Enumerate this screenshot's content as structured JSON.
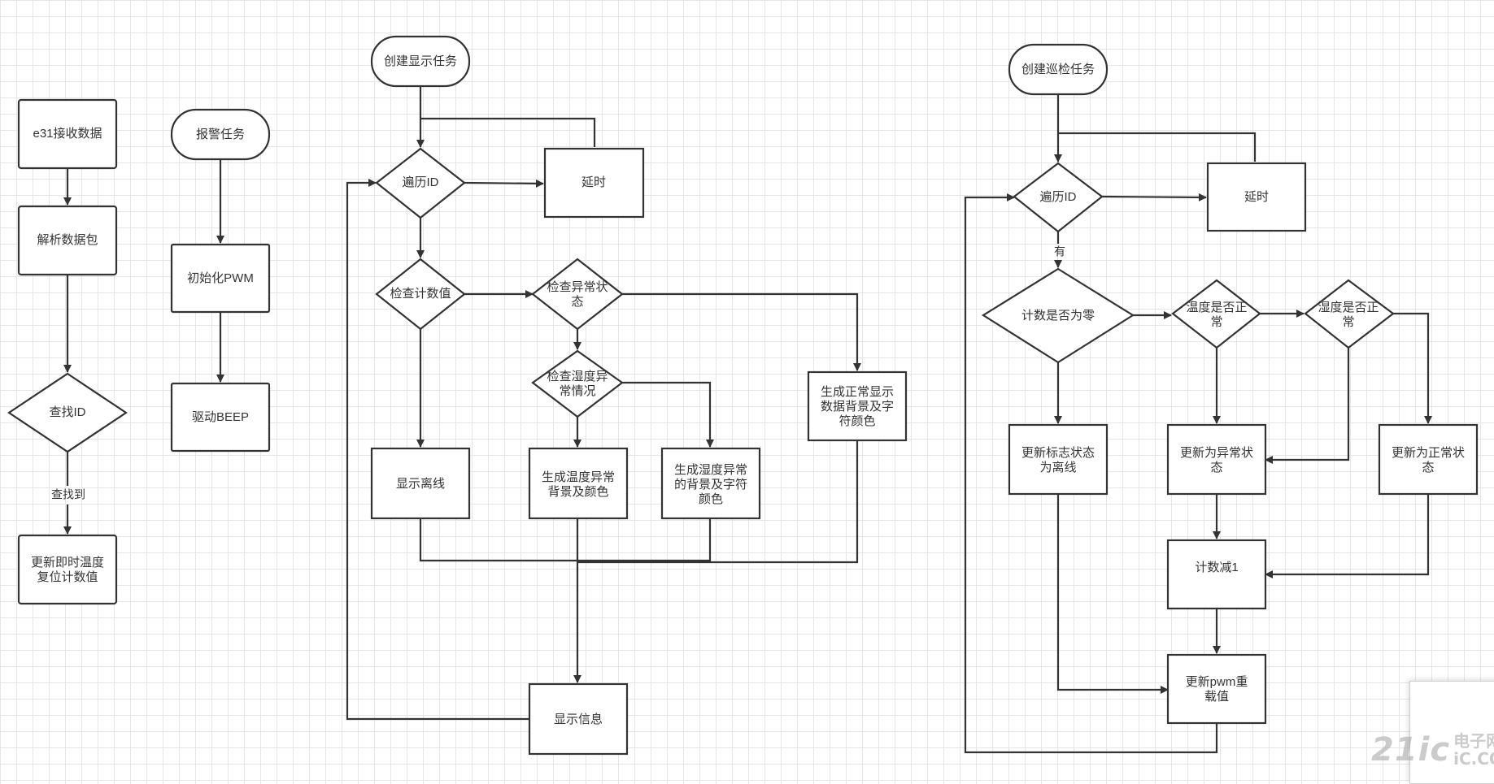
{
  "diagram": {
    "nodes": {
      "e31_receive": "e31接收数据",
      "parse_packet": "解析数据包",
      "find_id": "查找ID",
      "update_temp": "更新即时温度\n复位计数值",
      "alarm_task": "报警任务",
      "init_pwm": "初始化PWM",
      "drive_beep": "驱动BEEP",
      "create_display_task": "创建显示任务",
      "d_traverse_id": "遍历ID",
      "d_delay": "延时",
      "check_count": "检查计数值",
      "check_abnormal": "检查异常状\n态",
      "check_humidity": "检查湿度异\n常情况",
      "gen_normal": "生成正常显示\n数据背景及字\n符颜色",
      "show_offline": "显示离线",
      "gen_temp_bg": "生成温度异常\n背景及颜色",
      "gen_hum_bg": "生成湿度异常\n的背景及字符\n颜色",
      "show_info": "显示信息",
      "create_patrol_task": "创建巡检任务",
      "p_traverse_id": "遍历ID",
      "p_delay": "延时",
      "count_zero": "计数是否为零",
      "temp_normal": "温度是否正\n常",
      "hum_normal": "湿度是否正\n常",
      "update_flag_offline": "更新标志状态\n为离线",
      "update_abnormal": "更新为异常状\n态",
      "update_normal": "更新为正常状\n态",
      "count_minus": "计数减1",
      "update_pwm": "更新pwm重\n载值"
    },
    "edge_labels": {
      "found": "查找到",
      "has": "有"
    }
  },
  "watermark": {
    "logo": "21ic",
    "line1": "电子网",
    "line2": "iC.COM"
  }
}
